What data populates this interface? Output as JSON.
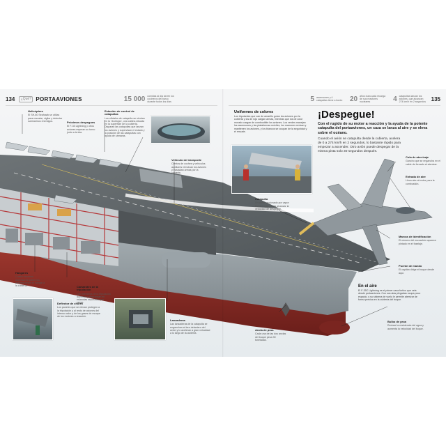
{
  "header": {
    "left_page_number": "134",
    "logo_text": "¿Qué?",
    "section_title": "PORTAAVIONES",
    "right_page_number": "135",
    "facts": [
      {
        "num": "15 000",
        "text": "comidas al día sirven los cocineros del barco durante todos los días"
      },
      {
        "num": "5",
        "text": "ascensores y 4 catapultas tiene a bordo"
      },
      {
        "num": "20",
        "text": "años dura cada recarga de sus reactores nucleares"
      },
      {
        "num": "4",
        "text": "catapultas lanzan los aviones, que alcanzan 274 km/h en 2 segundos"
      }
    ]
  },
  "labels": {
    "helicoptero": {
      "title": "Helicóptero",
      "text": "El SH-60 Seahawk se utiliza para rescatar, vigilar y detectar submarinos enemigos."
    },
    "control_catapultas": {
      "title": "Estación de control de catapultas",
      "text": "Los oficiales de catapulta se sientan en la «burbuja», una cabina situada en la superficie de la cubierta. Disparan las catapultas que lanzan los aviones y supervisan el estado y la posición de las catapultas con ayuda de cámaras."
    },
    "proximas": {
      "title": "Próximos despegues",
      "text": "El F-35 Lightning y otros aviones esperan su turno junto a la isla."
    },
    "vehiculo": {
      "title": "Vehículo de transporte",
      "text": "Cientos de coches y vehículos auxiliares remolcan los aviones y trasladan armas por la cubierta."
    },
    "hangar": {
      "title": "Hangares",
      "text": "Cuatro enormes ascensores suben los aviones desde el hangar a la cubierta."
    },
    "camarote": {
      "title": "Camarotes de la tripulación",
      "text": "Los miembros de la tripulación duermen y descansan en estancias separadas por rango."
    },
    "deflector": {
      "title": "Deflector de chorro",
      "text": "Los paneles que se elevan protegen a la tripulación y al resto de aviones del intenso calor y de los gases de escape de los motores a reacción."
    },
    "lanzaderas": {
      "title": "Lanzaderas",
      "text": "Las lanzaderas de la catapulta se enganchan al tren delantero del avión y lo aceleran a gran velocidad a lo largo de la cubierta."
    },
    "catapulta": {
      "title": "Catapulta",
      "text": "Un pistón accionado por vapor tira del avión hasta alcanzar la velocidad de despegue."
    },
    "ancla": {
      "title": "Ancla de proa",
      "text": "Cada una de las dos anclas del buque pesa 30 toneladas."
    },
    "cola": {
      "title": "Cola de aterrizaje",
      "text": "Gancho que se engancha en el cable de frenado al aterrizar."
    },
    "entrada": {
      "title": "Entrada de aire",
      "text": "Lleva aire al motor para la combustión."
    },
    "marcas": {
      "title": "Marcas de identificación",
      "text": "El número del escuadrón aparece pintado en el fuselaje."
    },
    "puente": {
      "title": "Puente de mando",
      "text": "El capitán dirige el buque desde aquí."
    },
    "bulbo": {
      "title": "Bulbo de proa",
      "text": "Reduce la resistencia del agua y aumenta la velocidad del buque."
    }
  },
  "uniformes": {
    "title": "Uniformes de colores",
    "text": "Los tripulantes que van de amarillo guían los aviones por la cubierta y los de rojo cargan armas, mientras que los de color morado cargan de combustible los aviones. Los verdes manejan los ascensores y las plataformas móviles, los marrones revisan y mantienen los aviones, y los blancos se ocupan de la seguridad y el rescate."
  },
  "despegue": {
    "title": "¡Despegue!",
    "lead": "Con el rugido de su motor a reacción y la ayuda de la potente catapulta del portaaviones, un caza se lanza al aire y se eleva sobre el océano.",
    "text": "Cuando el avión se catapulta desde la cubierta, acelera de 0 a 274 km/h en 2 segundos, lo bastante rápido para empezar a ascender. Otro avión puede despegar de la misma pista solo 30 segundos después."
  },
  "aire": {
    "title": "En el aire",
    "text": "El F-35C Lightning es el primer caza furtivo que vela desde portaaviones. Con sus alas plegadas ocupa poco espacio, y su sistema de vuelo le permite aterrizar de forma precisa en la cubierta del buque."
  },
  "colors": {
    "hull_red": "#8a2a24",
    "hull_grey": "#8e979c",
    "deck": "#5d6366",
    "sea": "#c7d2d6",
    "shirt_yellow": "#d9b23a",
    "shirt_red": "#b8312c"
  }
}
